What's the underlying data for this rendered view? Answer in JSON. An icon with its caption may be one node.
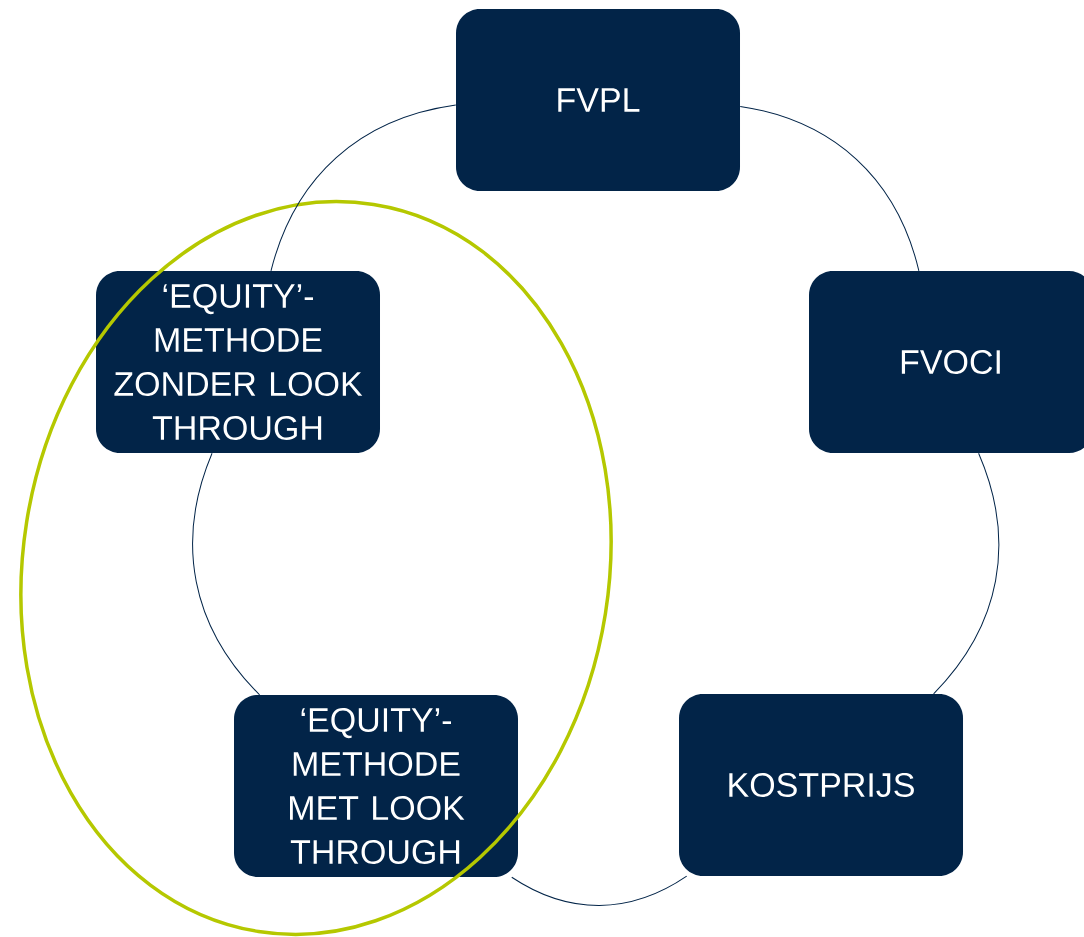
{
  "diagram": {
    "nodes": [
      {
        "text": [
          "FVPL"
        ]
      },
      {
        "text": [
          "FVOCI"
        ]
      },
      {
        "text": [
          "KOSTPRIJS"
        ]
      },
      {
        "text": [
          "‘EQUITY’- METHODE MET LOOK THROUGH"
        ]
      },
      {
        "text": [
          "‘EQUITY’- METHODE ZONDER LOOK THROUGH"
        ]
      }
    ],
    "edges": [
      {
        "from": 0,
        "to": 1,
        "arrow": "none"
      },
      {
        "from": 1,
        "to": 2,
        "arrow": "none"
      },
      {
        "from": 2,
        "to": 3,
        "arrow": "none"
      },
      {
        "from": 3,
        "to": 4,
        "arrow": "none"
      },
      {
        "from": 4,
        "to": 0,
        "arrow": "none"
      }
    ]
  }
}
